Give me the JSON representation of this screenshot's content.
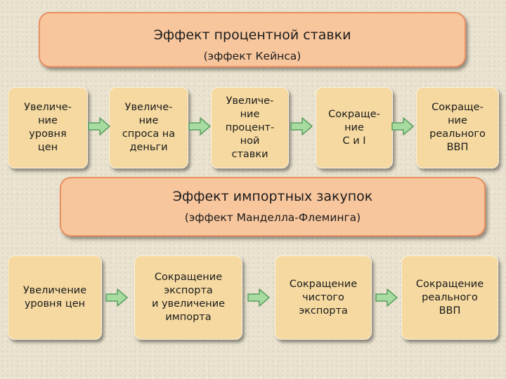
{
  "keynes": {
    "title": "Эффект процентной ставки",
    "subtitle": "(эффект  Кейнса)",
    "boxes": [
      "Увеличе-\nние\nуровня\nцен",
      "Увеличе-\nние\nспроса на\nденьги",
      "Увеличе-\nние\nпроцент-\nной\nставки",
      "Сокраще-\nние\nС  и  I",
      "Сокраще-\nние\nреального\nВВП"
    ]
  },
  "mundell": {
    "title": "Эффект импортных закупок",
    "subtitle": "(эффект  Манделла-Флеминга)",
    "boxes": [
      "Увеличение\nуровня цен",
      "Сокращение\nэкспорта\nи увеличение\nимпорта",
      "Сокращение\nчистого\nэкспорта",
      "Сокращение\nреального\nВВП"
    ]
  },
  "colors": {
    "banner_fill": "#f8c69d",
    "banner_border": "#e98f60",
    "box_fill": "#f5d9a0",
    "arrow_fill": "#a8dba0",
    "arrow_border": "#5c9e62",
    "background": "#e9e2cf"
  },
  "icons": {
    "flow_arrow": "right-arrow-icon"
  }
}
